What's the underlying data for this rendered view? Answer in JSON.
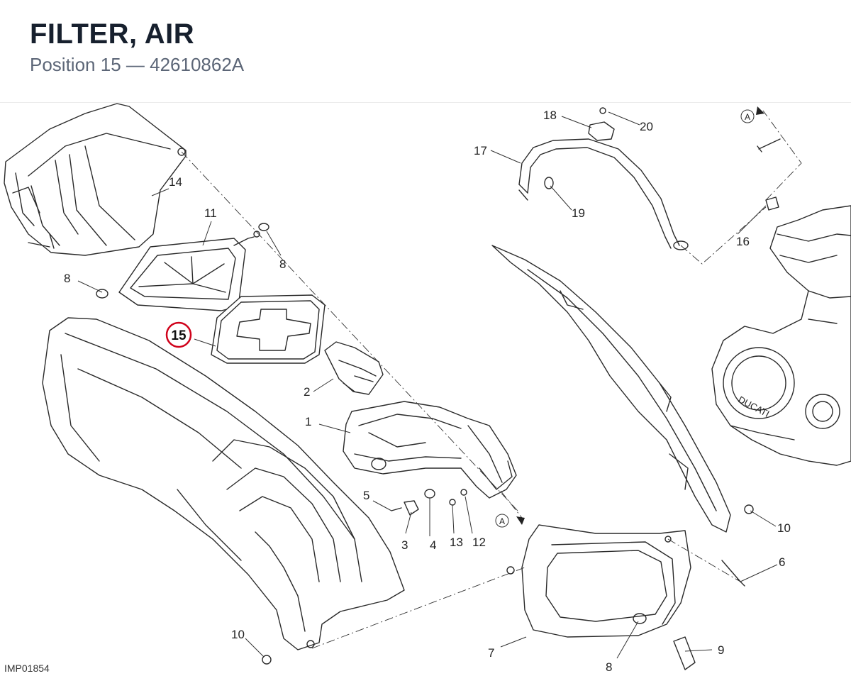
{
  "header": {
    "title": "FILTER, AIR",
    "position_label": "Position",
    "position_number": "15",
    "separator": "—",
    "part_number": "42610862A"
  },
  "diagram": {
    "image_code": "IMP01854",
    "view_marker": "A",
    "brand_marking": "DUCATI",
    "highlight_color": "#d0021b",
    "callouts": [
      {
        "id": "c1",
        "label": "1"
      },
      {
        "id": "c2",
        "label": "2"
      },
      {
        "id": "c3",
        "label": "3"
      },
      {
        "id": "c4",
        "label": "4"
      },
      {
        "id": "c5",
        "label": "5"
      },
      {
        "id": "c6",
        "label": "6"
      },
      {
        "id": "c7",
        "label": "7"
      },
      {
        "id": "c8a",
        "label": "8"
      },
      {
        "id": "c8b",
        "label": "8"
      },
      {
        "id": "c8c",
        "label": "8"
      },
      {
        "id": "c9",
        "label": "9"
      },
      {
        "id": "c10a",
        "label": "10"
      },
      {
        "id": "c10b",
        "label": "10"
      },
      {
        "id": "c11",
        "label": "11"
      },
      {
        "id": "c12",
        "label": "12"
      },
      {
        "id": "c13",
        "label": "13"
      },
      {
        "id": "c14",
        "label": "14"
      },
      {
        "id": "c15",
        "label": "15",
        "highlighted": true
      },
      {
        "id": "c16",
        "label": "16"
      },
      {
        "id": "c17",
        "label": "17"
      },
      {
        "id": "c18",
        "label": "18"
      },
      {
        "id": "c19",
        "label": "19"
      },
      {
        "id": "c20",
        "label": "20"
      }
    ]
  }
}
